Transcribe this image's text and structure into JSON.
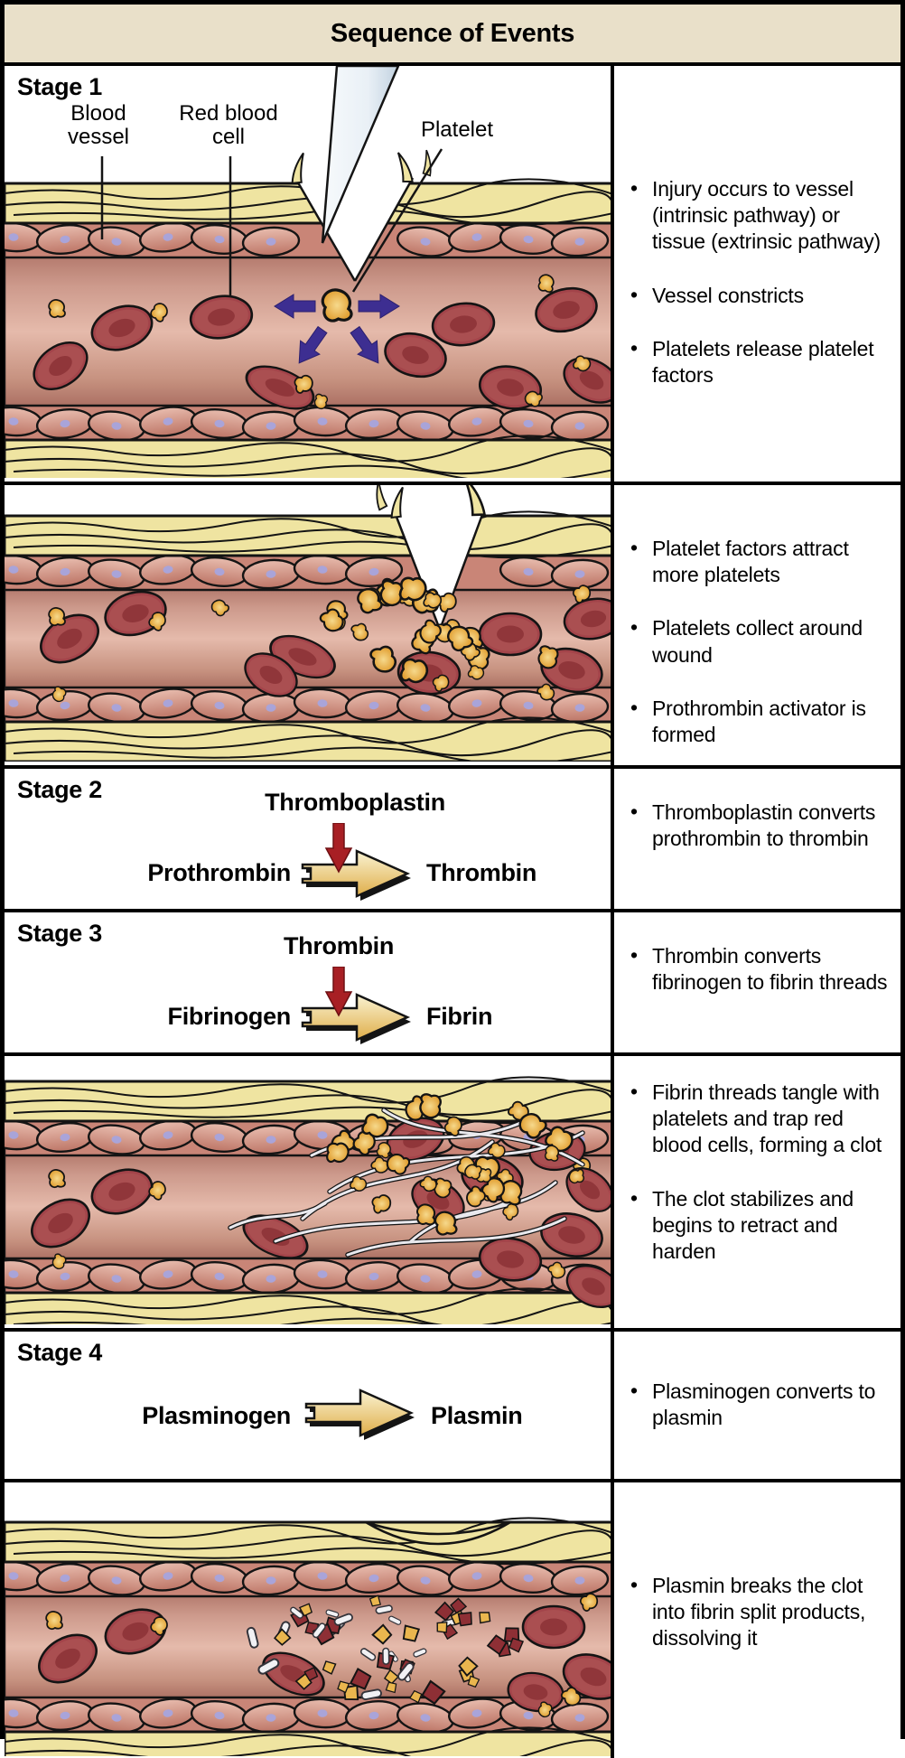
{
  "title": "Sequence of Events",
  "stage1": {
    "label": "Stage 1",
    "labels": {
      "blood_vessel": "Blood vessel",
      "red_blood_cell": "Red blood cell",
      "platelet": "Platelet"
    },
    "bullets": [
      "Injury occurs to vessel (intrinsic pathway) or tissue (extrinsic pathway)",
      "Vessel constricts",
      "Platelets release platelet factors"
    ]
  },
  "aggregation": {
    "bullets": [
      "Platelet factors attract more platelets",
      "Platelets collect around wound",
      "Prothrombin activator is formed"
    ]
  },
  "stage2": {
    "label": "Stage 2",
    "enzyme": "Thromboplastin",
    "substrate": "Prothrombin",
    "product": "Thrombin",
    "bullets": [
      "Thromboplastin converts prothrombin to thrombin"
    ]
  },
  "stage3": {
    "label": "Stage 3",
    "enzyme": "Thrombin",
    "substrate": "Fibrinogen",
    "product": "Fibrin",
    "bullets": [
      "Thrombin converts fibrinogen to fibrin threads"
    ]
  },
  "clot": {
    "bullets": [
      "Fibrin threads tangle with platelets and trap red blood cells, forming a clot",
      "The clot stabilizes and begins to retract and harden"
    ]
  },
  "stage4": {
    "label": "Stage 4",
    "substrate": "Plasminogen",
    "product": "Plasmin",
    "bullets": [
      "Plasminogen converts to plasmin"
    ]
  },
  "dissolution": {
    "bullets": [
      "Plasmin breaks the clot into fibrin split products, dissolving it"
    ]
  },
  "colors": {
    "header_bg": "#e9e0c9",
    "border": "#000000",
    "vessel_fiber_yellow": "#efe4a1",
    "muscle_pink": "#c98577",
    "muscle_nucleus_lavender": "#a9a4d9",
    "lumen_pink": "#dcab9d",
    "rbc_red": "#9c3c40",
    "platelet_gold": "#ecb24e",
    "arrow_purple": "#3d2e91",
    "arrow_red": "#a81f24",
    "arrow_gold": "#e6b44c",
    "fibrin_white": "#ececf0",
    "needle_blue": "#dde8f2"
  }
}
